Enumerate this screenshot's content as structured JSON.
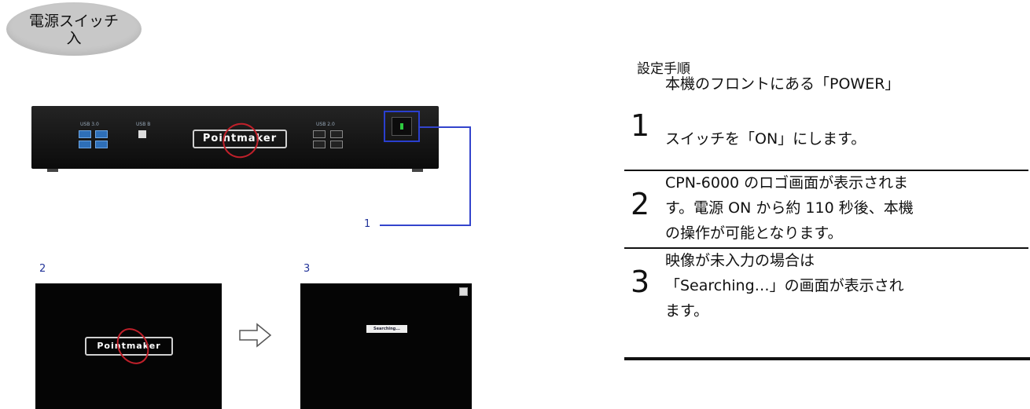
{
  "badge": {
    "line1": "電源スイッチ",
    "line2": "入"
  },
  "device": {
    "usb3_label": "USB 3.0",
    "usbb_label": "USB B",
    "usb2_label": "USB 2.0",
    "logo_text": "Pointmaker"
  },
  "callout_number": "1",
  "screens": [
    {
      "number": "2",
      "logo_text": "Pointmaker"
    },
    {
      "number": "3",
      "status_text": "Searching..."
    }
  ],
  "procedure": {
    "heading": "設定手順",
    "steps": [
      {
        "number": "1",
        "lines": [
          "本機のフロントにある「POWER」",
          "スイッチを「ON」にします。"
        ]
      },
      {
        "number": "2",
        "lines": [
          "CPN-6000 のロゴ画面が表示されま",
          "す。電源 ON から約 110 秒後、本機",
          "の操作が可能となります。"
        ]
      },
      {
        "number": "3",
        "lines": [
          "映像が未入力の場合は",
          "「Searching…」の画面が表示され",
          "ます。"
        ]
      }
    ]
  }
}
